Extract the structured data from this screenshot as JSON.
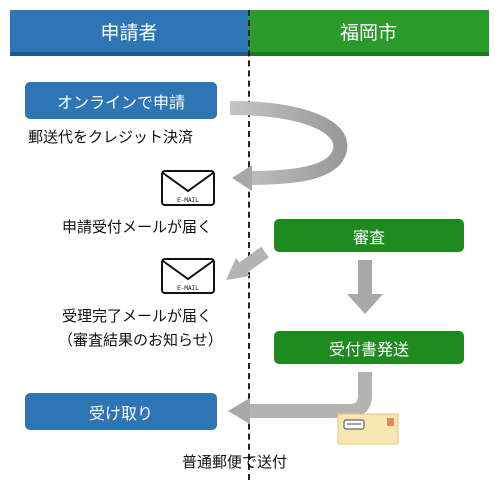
{
  "lanes": {
    "applicant": "申請者",
    "city": "福岡市"
  },
  "steps": {
    "online_apply": "オンラインで申請",
    "payment": "郵送代をクレジット決済",
    "receipt_mail": "申請受付メールが届く",
    "review": "審査",
    "complete_mail_line1": "受理完了メールが届く",
    "complete_mail_line2": "（審査結果のお知らせ）",
    "issue_certificate": "受付書発送",
    "receive": "受け取り",
    "postal": "普通郵便で送付"
  },
  "mail_icon_text": "E-MAIL",
  "colors": {
    "applicant": "#2e75b6",
    "city": "#2a9a2a",
    "arrow": "#b3b3b3",
    "envelope": "#f7e6b0"
  }
}
